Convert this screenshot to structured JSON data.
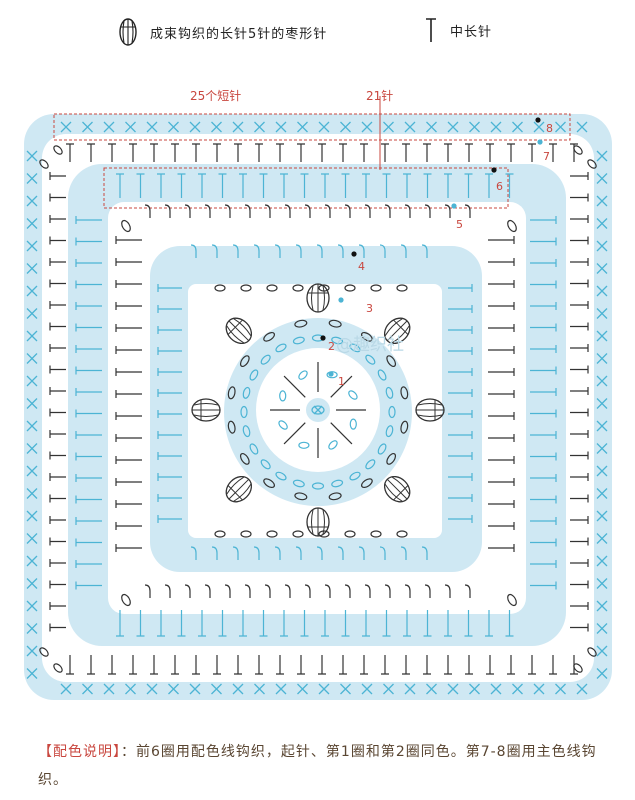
{
  "legend": {
    "bobble_label": "成束钩织的长针5针的枣形针",
    "hdc_label": "中长针"
  },
  "labels": {
    "top_sc": "25个短针",
    "top_dc": "21针"
  },
  "round_numbers": [
    "1",
    "2",
    "3",
    "4",
    "5",
    "6",
    "7",
    "8"
  ],
  "watermark": "@趣织社",
  "note": {
    "title": "【配色说明】",
    "body": "：前6圈用配色线钩织，起针、第1圈和第2圈同色。第7-8圈用主色线钩织。"
  },
  "colors": {
    "light_blue": "#cfe8f3",
    "stitch_blue": "#4cb4d4",
    "stitch_dark": "#333333",
    "label_red": "#c9473f"
  }
}
